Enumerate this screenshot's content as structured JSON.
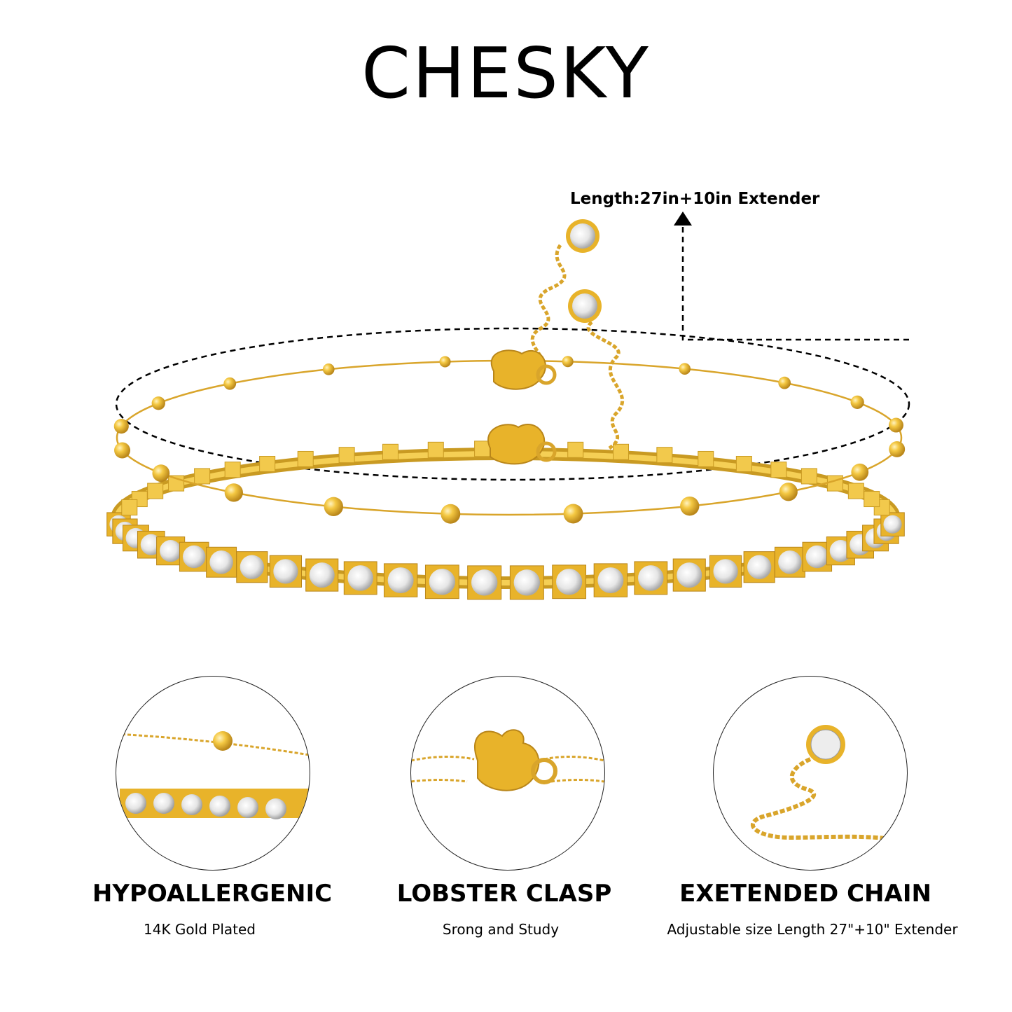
{
  "brand": "CHESKY",
  "length_callout": "Length:27in+10in Extender",
  "colors": {
    "gold": "#E8B32A",
    "gold_light": "#F7D774",
    "gold_dark": "#B9861A",
    "crystal": "#F2F2F2",
    "text": "#000000"
  },
  "features": [
    {
      "title": "HYPOALLERGENIC",
      "subtitle": "14K Gold Plated",
      "icon": "bead-and-tennis-chain-detail"
    },
    {
      "title": "LOBSTER CLASP",
      "subtitle": "Srong and Study",
      "icon": "lobster-clasp-detail"
    },
    {
      "title": "EXETENDED CHAIN",
      "subtitle": "Adjustable size Length 27\"+10\" Extender",
      "icon": "extender-chain-detail"
    }
  ]
}
